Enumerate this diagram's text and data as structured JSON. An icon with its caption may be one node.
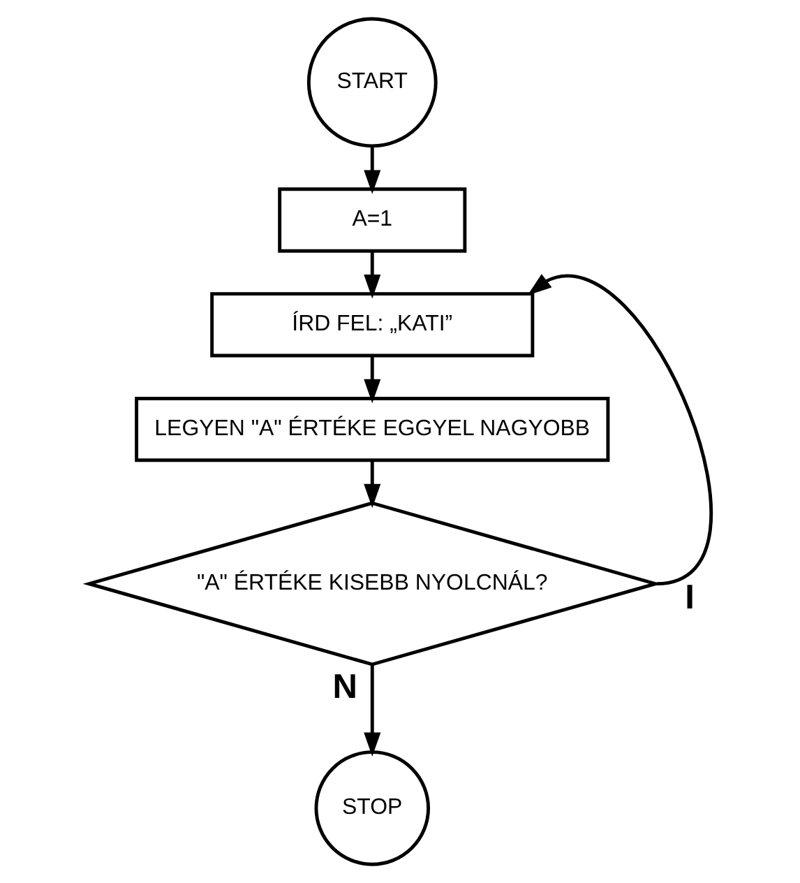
{
  "diagram": {
    "nodes": [
      {
        "text": [
          "START"
        ]
      },
      {
        "text": [
          "A=1"
        ]
      },
      {
        "text": [
          "ÍRD FEL: „KATI”"
        ]
      },
      {
        "text": [
          "LEGYEN \"A\" ÉRTÉKE EGGYEL NAGYOBB"
        ]
      },
      {
        "text": [
          "\"A\" ÉRTÉKE KISEBB NYOLCNÁL?"
        ]
      },
      {
        "text": [
          "STOP"
        ]
      }
    ],
    "edges": [
      {
        "from": 0,
        "to": 1,
        "arrow": "to"
      },
      {
        "from": 1,
        "to": 2,
        "arrow": "to"
      },
      {
        "from": 2,
        "to": 3,
        "arrow": "to"
      },
      {
        "from": 3,
        "to": 4,
        "arrow": "to"
      },
      {
        "from": 4,
        "to": 2,
        "arrow": "to",
        "label": "I"
      },
      {
        "from": 4,
        "to": 5,
        "arrow": "to",
        "label": "N"
      }
    ]
  }
}
